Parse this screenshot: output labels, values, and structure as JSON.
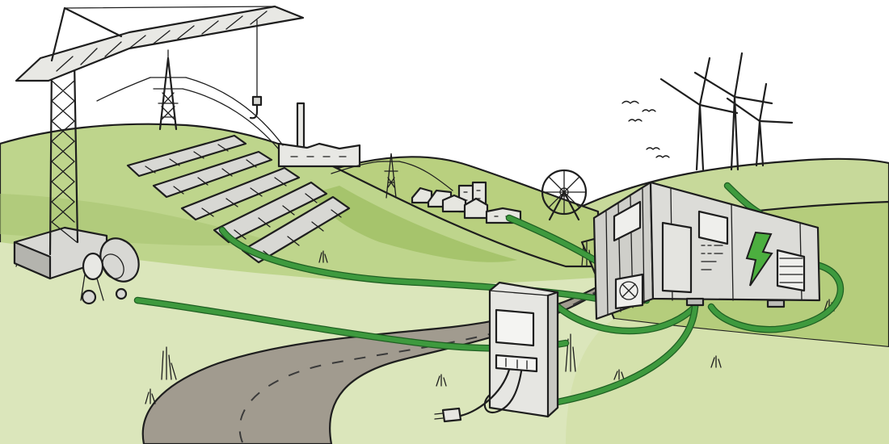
{
  "scene": {
    "kind": "illustration",
    "subjects": [
      "construction-crane",
      "power-pylon",
      "solar-panel-array",
      "factory",
      "village",
      "ferris-wheel",
      "wind-turbines",
      "birds",
      "energy-storage-container",
      "charging-station",
      "concrete-mixer",
      "road",
      "power-cables"
    ],
    "icons": {
      "container_badge": "lightning-bolt-icon",
      "charger_plug": "power-plug-icon"
    }
  },
  "colors": {
    "sky": "#ffffff",
    "hill_light": "#d9e4b5",
    "hill_mid": "#b8cf84",
    "hill_dark": "#98b75c",
    "road": "#a09a8e",
    "cable": "#3e9a3e",
    "cable_edge": "#1f5f22",
    "ink": "#1e1e1e",
    "metal": "#d8d8d4",
    "metal_shade": "#b4b4ae",
    "lightning": "#4caf3f"
  }
}
